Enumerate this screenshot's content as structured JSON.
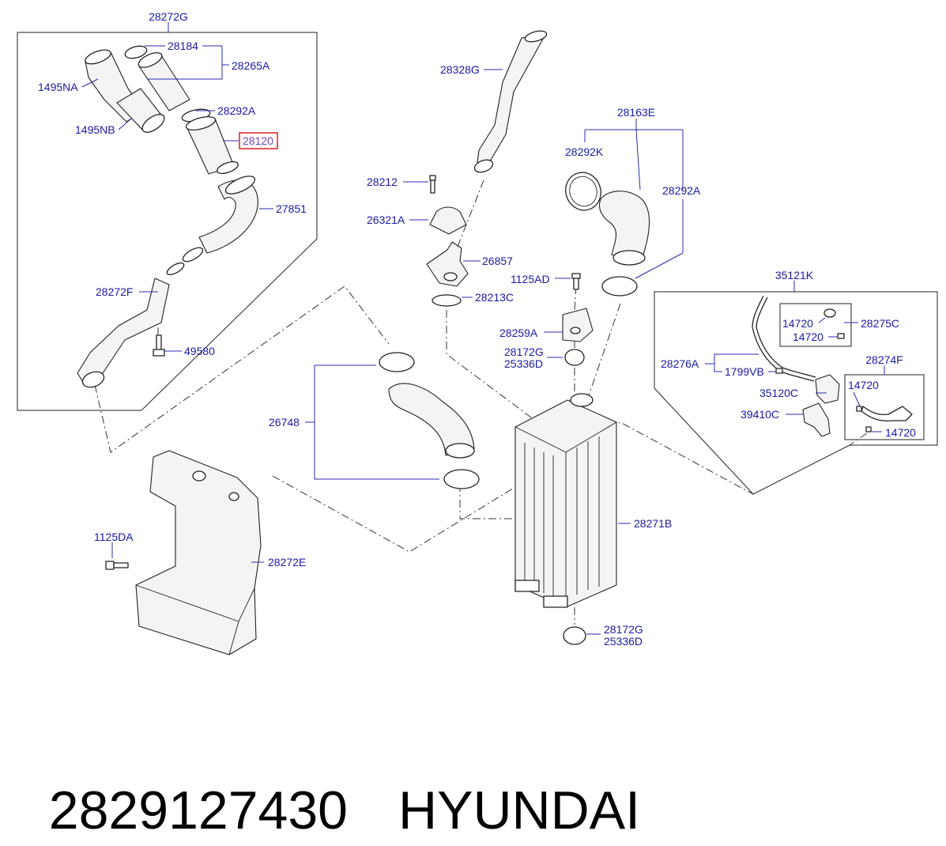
{
  "footer": {
    "part_number": "2829127430",
    "brand": "HYUNDAI"
  },
  "colors": {
    "label": "#1a1aa6",
    "highlight_border": "#e02020",
    "highlight_text": "#7a3fb0"
  },
  "highlighted_part": "28120",
  "callouts": [
    "28272G",
    "28184",
    "28265A",
    "1495NA",
    "28292A",
    "1495NB",
    "28120",
    "27851",
    "28272F",
    "49580",
    "28328G",
    "28212",
    "26321A",
    "26857",
    "28213C",
    "28163E",
    "28292K",
    "28292A",
    "1125AD",
    "28259A",
    "28172G",
    "25336D",
    "35121K",
    "14720",
    "28275C",
    "14720",
    "28276A",
    "1799VB",
    "28274F",
    "35120C",
    "14720",
    "39410C",
    "14720",
    "26748",
    "1125DA",
    "28272E",
    "28271B",
    "28172G",
    "25336D"
  ]
}
